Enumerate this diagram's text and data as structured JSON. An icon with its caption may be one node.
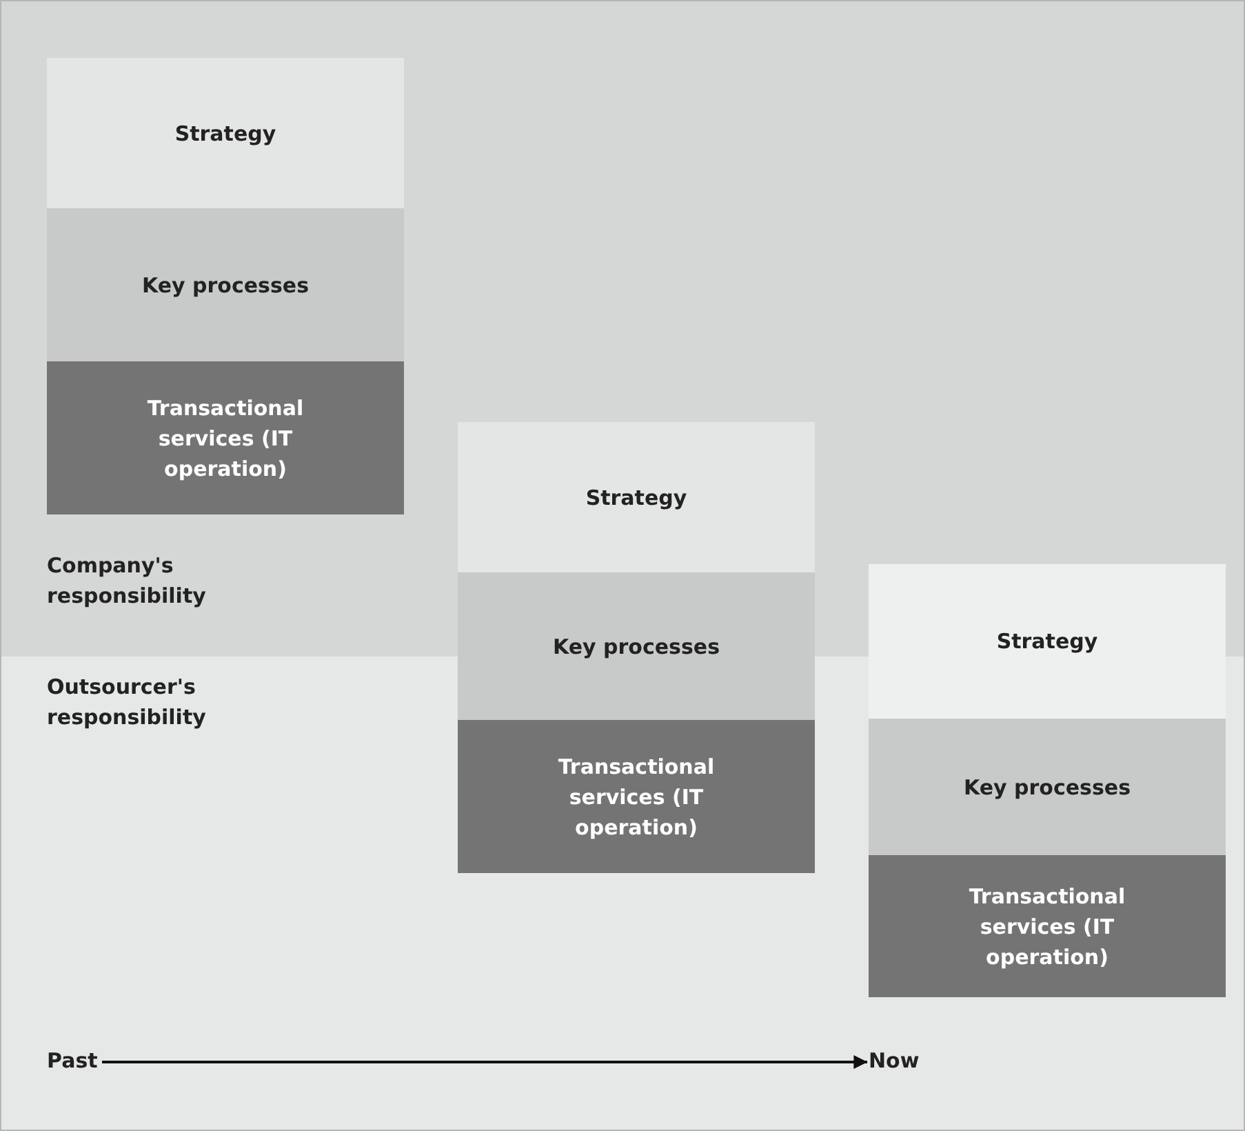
{
  "diagram": {
    "nodes": [
      {
        "text": [
          "Strategy"
        ]
      },
      {
        "text": [
          "Key processes"
        ]
      },
      {
        "text": [
          "Transactional services (IT operation)"
        ]
      },
      {
        "text": [
          "Strategy"
        ]
      },
      {
        "text": [
          "Key processes"
        ]
      },
      {
        "text": [
          "Transactional services (IT operation)"
        ]
      },
      {
        "text": [
          "Strategy"
        ]
      },
      {
        "text": [
          "Key processes"
        ]
      },
      {
        "text": [
          "Transactional services (IT operation)"
        ]
      },
      {
        "text": [
          "Past"
        ]
      },
      {
        "text": [
          "Now"
        ]
      }
    ],
    "edges": [
      {
        "from": 9,
        "to": 10,
        "arrow": "to"
      }
    ],
    "labels": [
      "Company's responsibility",
      "Outsourcer's responsibility"
    ]
  }
}
